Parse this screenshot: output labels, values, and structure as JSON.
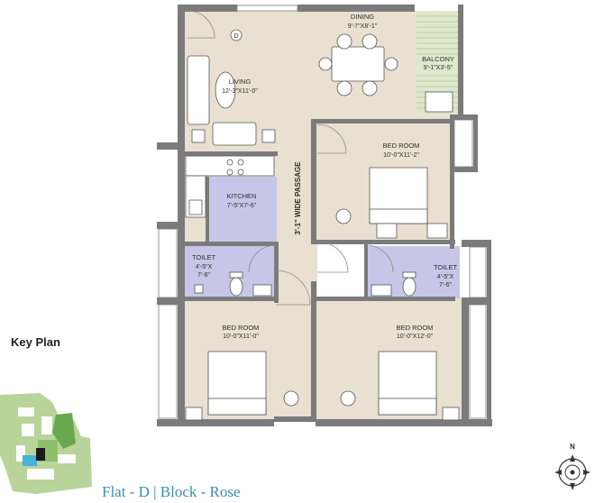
{
  "rooms": {
    "dining": {
      "name": "DINING",
      "dims": "9'-7\"X8'-1\""
    },
    "balcony": {
      "name": "BALCONY",
      "dims": "9'-1\"X3'-5\""
    },
    "living": {
      "name": "LIVING",
      "dims": "12'-3\"X11'-0\""
    },
    "bedroom_ne": {
      "name": "BED ROOM",
      "dims": "10'-0\"X11'-2\""
    },
    "kitchen": {
      "name": "KITCHEN",
      "dims": "7'-5\"X7'-6\""
    },
    "toilet_w": {
      "name": "TOILET",
      "dims1": "4'-5\"X",
      "dims2": "7'-6\""
    },
    "toilet_e": {
      "name": "TOILET",
      "dims1": "4'-5\"X",
      "dims2": "7'-6\""
    },
    "bedroom_sw": {
      "name": "BED ROOM",
      "dims": "10'-0\"X11'-0\""
    },
    "bedroom_se": {
      "name": "BED ROOM",
      "dims": "10'-0\"X12'-0\""
    }
  },
  "passage": "3'-1\" WIDE PASSAGE",
  "marker": "D",
  "key_plan_title": "Key Plan",
  "caption": "Flat - D | Block - Rose",
  "compass": "N",
  "colors": {
    "floor": "#e9e0d2",
    "wet_area": "#c8c6e8",
    "balcony": "#dfe8cc",
    "wall": "#7b7b7b",
    "key_green": "#b8d49a",
    "key_dark_green": "#6aa84f",
    "caption": "#3d8bb5"
  }
}
